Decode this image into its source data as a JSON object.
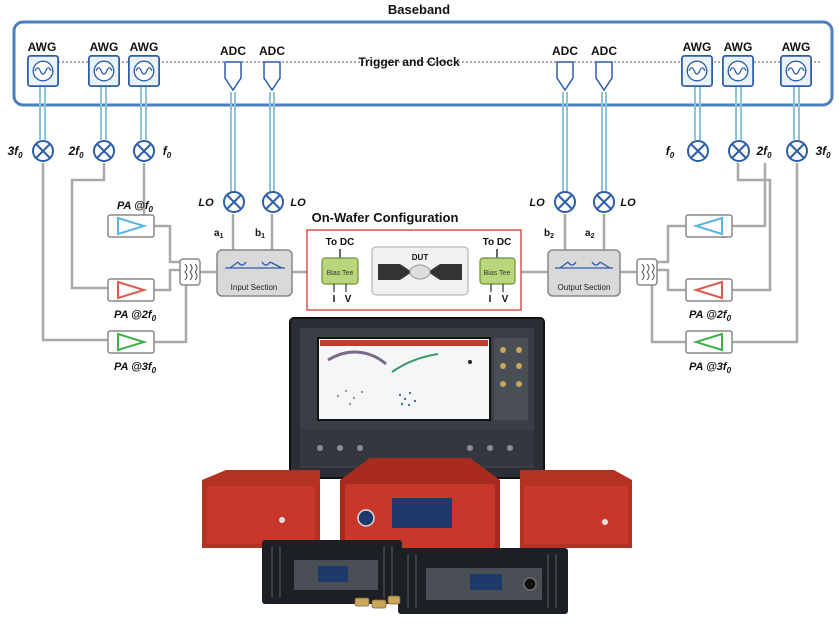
{
  "title": "Baseband",
  "trigger_label": "Trigger and Clock",
  "onwafer_label": "On-Wafer Configuration",
  "awg_label": "AWG",
  "adc_label": "ADC",
  "lo_label": "LO",
  "dut_label": "DUT",
  "to_dc_label": "To DC",
  "bias_tee_label": "Bias Tee",
  "i_label": "I",
  "v_label": "V",
  "input_section_label": "Input Section",
  "output_section_label": "Output Section",
  "wave_a1": "a1",
  "wave_b1": "b1",
  "wave_b2": "b2",
  "wave_a2": "a2",
  "harmonics": {
    "h1": "f0",
    "h2": "2f0",
    "h3": "3f0"
  },
  "pa_labels": {
    "pa1": "PA @f0",
    "pa2": "PA @2f0",
    "pa3": "PA @3f0"
  },
  "colors": {
    "baseband_border": "#4a7fc0",
    "signal_line": "#8fc3d6",
    "mixer": "#2d5ea8",
    "pa_f0": "#5bb5e0",
    "pa_2f0": "#e05a4f",
    "pa_3f0": "#3fb04a",
    "bias_tee": "#b9d77a",
    "onwafer_border": "#d9534f",
    "instrument_red": "#c8382a"
  }
}
